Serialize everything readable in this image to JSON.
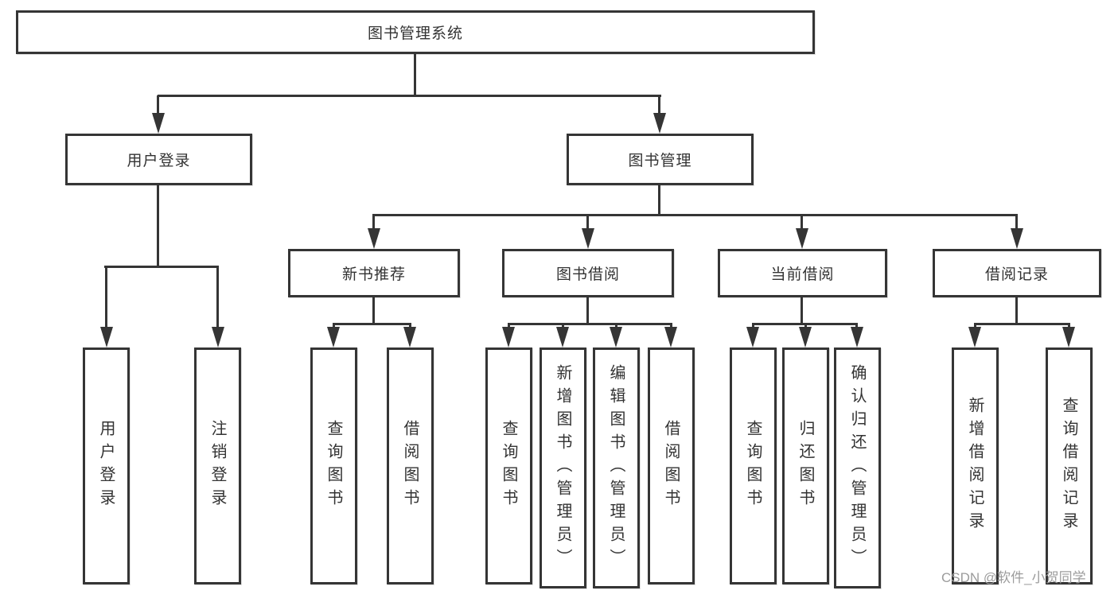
{
  "tree": {
    "root": {
      "label": "图书管理系统",
      "children": [
        {
          "label": "用户登录",
          "children": [
            {
              "label": "用户登录"
            },
            {
              "label": "注销登录"
            }
          ]
        },
        {
          "label": "图书管理",
          "children": [
            {
              "label": "新书推荐",
              "children": [
                {
                  "label": "查询图书"
                },
                {
                  "label": "借阅图书"
                }
              ]
            },
            {
              "label": "图书借阅",
              "children": [
                {
                  "label": "查询图书"
                },
                {
                  "label": "新增图书（管理员）"
                },
                {
                  "label": "编辑图书（管理员）"
                },
                {
                  "label": "借阅图书"
                }
              ]
            },
            {
              "label": "当前借阅",
              "children": [
                {
                  "label": "查询图书"
                },
                {
                  "label": "归还图书"
                },
                {
                  "label": "确认归还（管理员）"
                }
              ]
            },
            {
              "label": "借阅记录",
              "children": [
                {
                  "label": "新增借阅记录"
                },
                {
                  "label": "查询借阅记录"
                }
              ]
            }
          ]
        }
      ]
    }
  },
  "watermark": {
    "text": "CSDN @软件_小贺同学"
  },
  "colors": {
    "line": "#353535",
    "text": "#333333",
    "watermark": "#9c9c9c",
    "background": "#ffffff"
  }
}
